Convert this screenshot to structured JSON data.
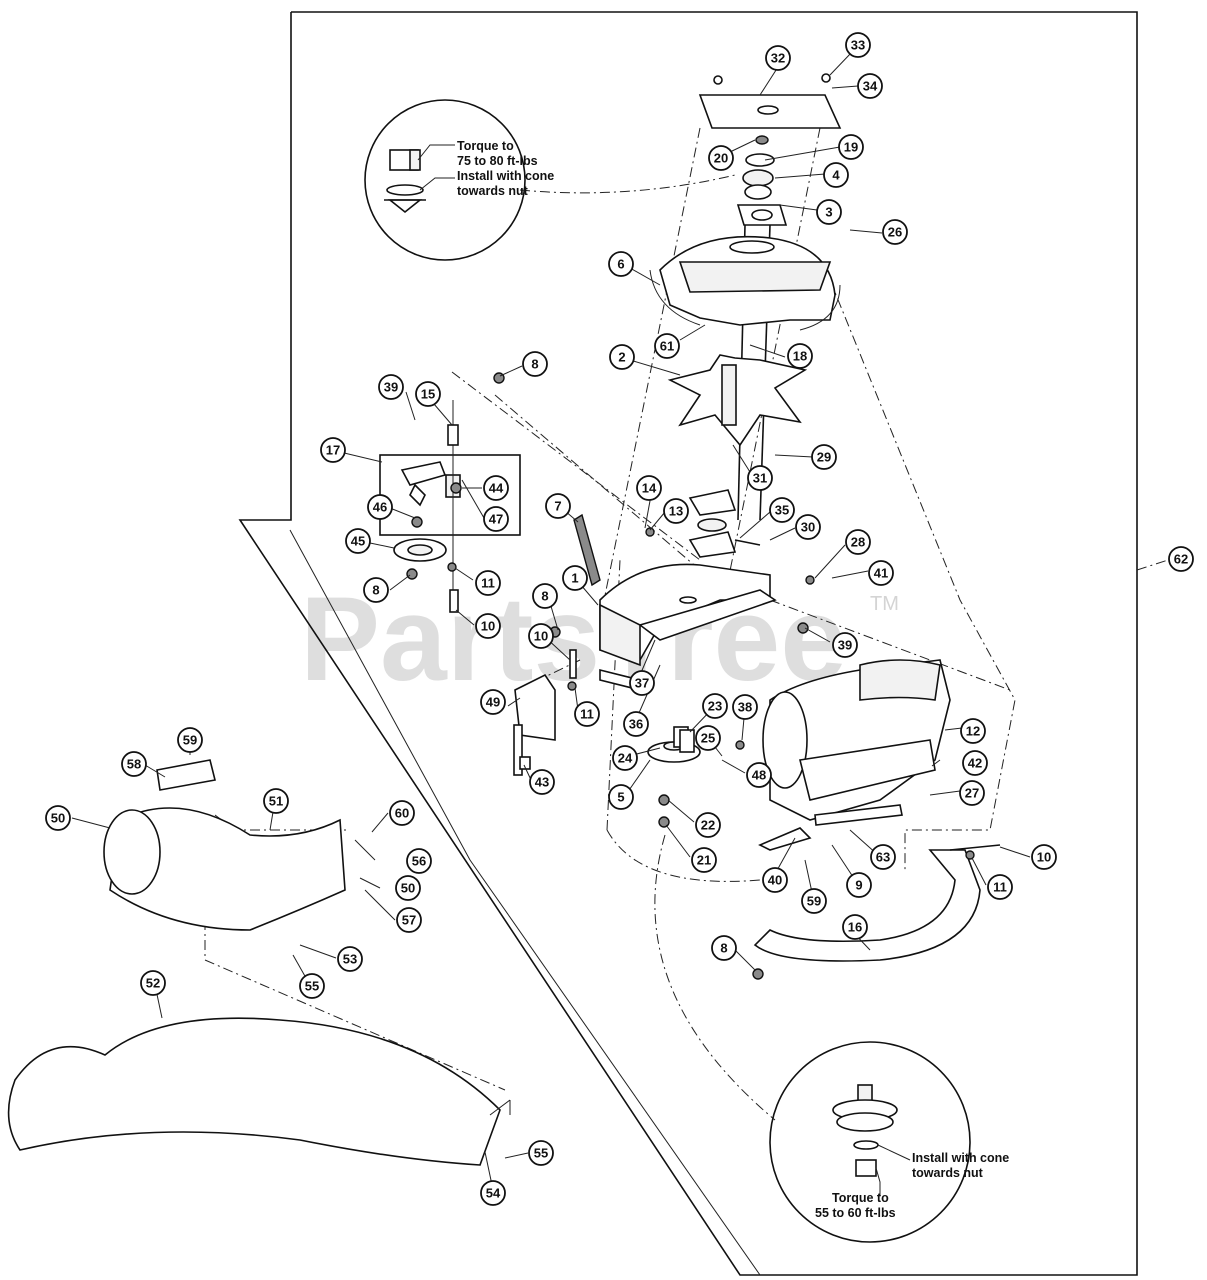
{
  "watermark": {
    "brand": "PartsTree",
    "trademark": "TM"
  },
  "callouts": {
    "top_detail": {
      "torque": [
        "Torque to",
        "75 to 80 ft-lbs"
      ],
      "install": [
        "Install with cone",
        "towards nut"
      ]
    },
    "bottom_detail": {
      "install": [
        "Install with cone",
        "towards nut"
      ],
      "torque": [
        "Torque to",
        "55 to 60 ft-lbs"
      ]
    }
  },
  "part_labels": [
    "1",
    "2",
    "3",
    "4",
    "5",
    "6",
    "7",
    "8",
    "8",
    "8",
    "8",
    "8",
    "9",
    "10",
    "10",
    "10",
    "11",
    "11",
    "11",
    "12",
    "13",
    "14",
    "15",
    "16",
    "17",
    "18",
    "19",
    "20",
    "21",
    "22",
    "23",
    "24",
    "25",
    "26",
    "27",
    "28",
    "29",
    "30",
    "31",
    "32",
    "33",
    "34",
    "35",
    "36",
    "37",
    "38",
    "39",
    "39",
    "40",
    "41",
    "42",
    "43",
    "44",
    "45",
    "46",
    "47",
    "48",
    "49",
    "50",
    "50",
    "51",
    "52",
    "53",
    "54",
    "55",
    "55",
    "56",
    "57",
    "58",
    "59",
    "59",
    "60",
    "61",
    "62",
    "63"
  ]
}
